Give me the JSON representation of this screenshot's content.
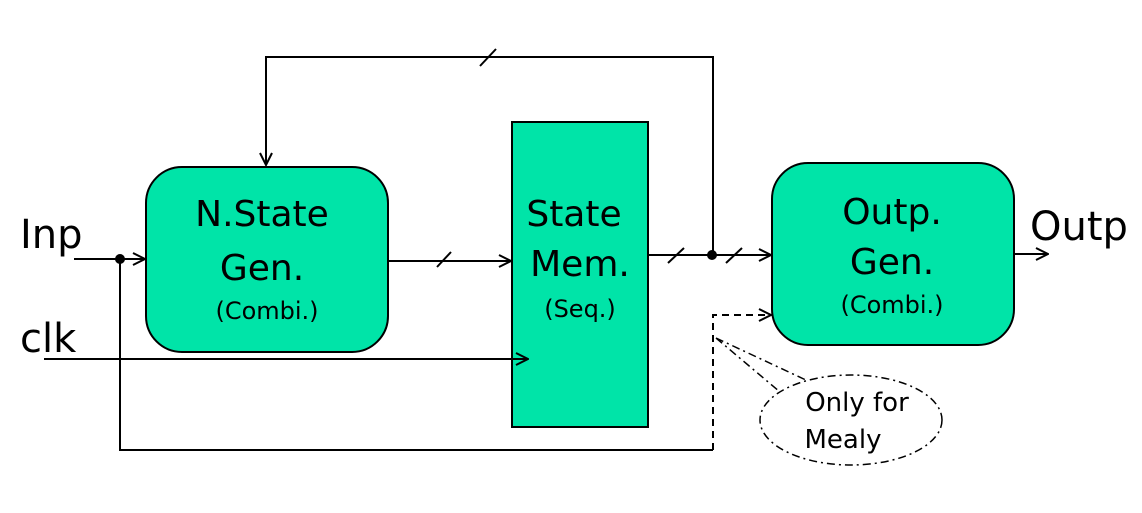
{
  "colors": {
    "block_fill": "#00E4A8",
    "line": "#000000",
    "background": "#FFFFFF"
  },
  "signals": {
    "input": "Inp",
    "clock": "clk",
    "output": "Outp"
  },
  "blocks": {
    "next_state": {
      "line1": "N.State",
      "line2": "Gen.",
      "type": "(Combi.)"
    },
    "state_memory": {
      "line1": "State",
      "line2": "Mem.",
      "type": "(Seq.)"
    },
    "output_gen": {
      "line1": "Outp.",
      "line2": "Gen.",
      "type": "(Combi.)"
    }
  },
  "callout": {
    "line1": "Only for",
    "line2": "Mealy"
  }
}
